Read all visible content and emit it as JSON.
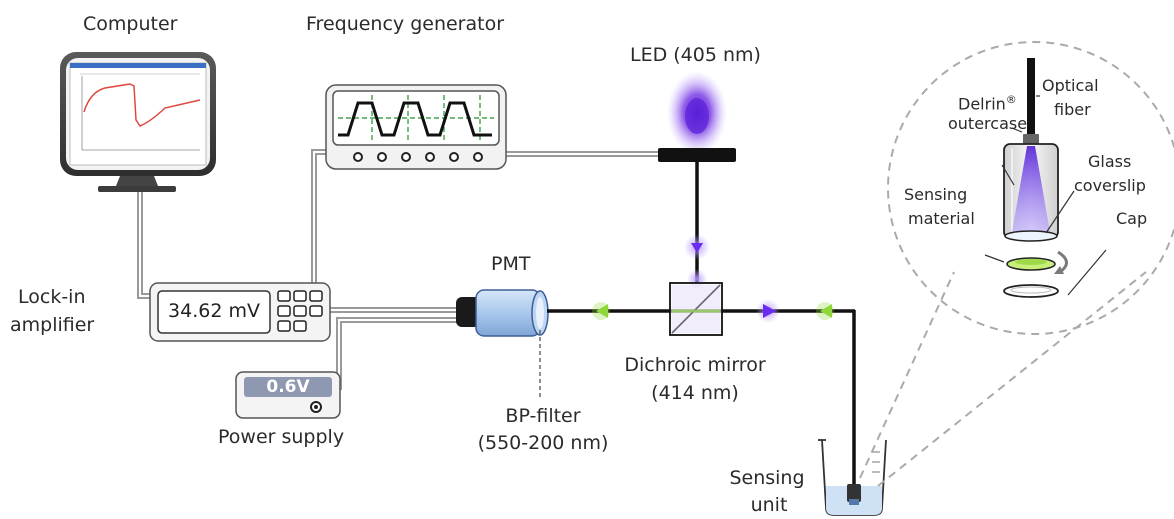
{
  "labels": {
    "computer": "Computer",
    "frequency_generator": "Frequency generator",
    "led": "LED (405 nm)",
    "pmt": "PMT",
    "lockin_line1": "Lock-in",
    "lockin_line2": "amplifier",
    "power_supply": "Power supply",
    "bp_filter_line1": "BP-filter",
    "bp_filter_line2": "(550-200 nm)",
    "dichroic_line1": "Dichroic mirror",
    "dichroic_line2": "(414 nm)",
    "sensing_unit_line1": "Sensing",
    "sensing_unit_line2": "unit"
  },
  "inset": {
    "delrin_line1": "Delrin",
    "delrin_reg": "®",
    "delrin_line2": "outercase",
    "optical_fiber_line1": "Optical",
    "optical_fiber_line2": "fiber",
    "glass_line1": "Glass",
    "glass_line2": "coverslip",
    "sensing_material_line1": "Sensing",
    "sensing_material_line2": "material",
    "cap": "Cap"
  },
  "displays": {
    "lockin_reading": "34.62 mV",
    "power_reading": "0.6V"
  },
  "colors": {
    "led_violet": "#7b3fe4",
    "emission_green": "#8fd63a",
    "pmt_blue": "#a9c8ec",
    "wire_gray": "#9a9a9a",
    "fiber_black": "#111111"
  }
}
